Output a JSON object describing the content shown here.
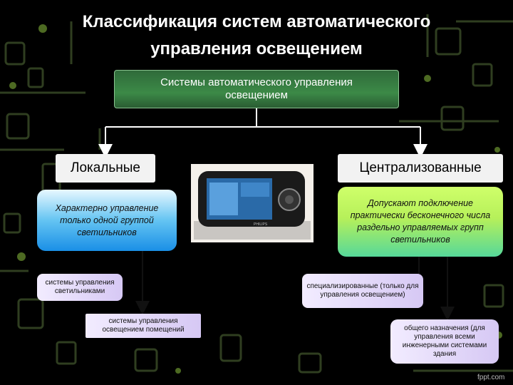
{
  "slide": {
    "title_line1": "Классификация систем автоматического",
    "title_line2": "управления освещением",
    "root_line1": "Системы автоматического управления",
    "root_line2": "освещением",
    "local_label": "Локальные",
    "central_label": "Централизованные",
    "local_desc": "Характерно управление только одной группой светильников",
    "central_desc": "Допускают подключение практически бесконечного числа раздельно управляемых групп светильников",
    "leaf_local_1": "системы управления светильниками",
    "leaf_local_2": "системы управления освещением помещений",
    "leaf_central_1": "специализированные (только для управления освещением)",
    "leaf_central_2": "общего назначения (для управления всеми инженерными системами здания",
    "photo_brand": "PHILIPS",
    "watermark": "fppt.com"
  },
  "colors": {
    "background": "#000000",
    "root_fill": "#3c8a47",
    "local_desc_fill": "#1a8fe6",
    "central_desc_fill": "#b6f05a",
    "leaf_fill": "#d6c8f4"
  }
}
